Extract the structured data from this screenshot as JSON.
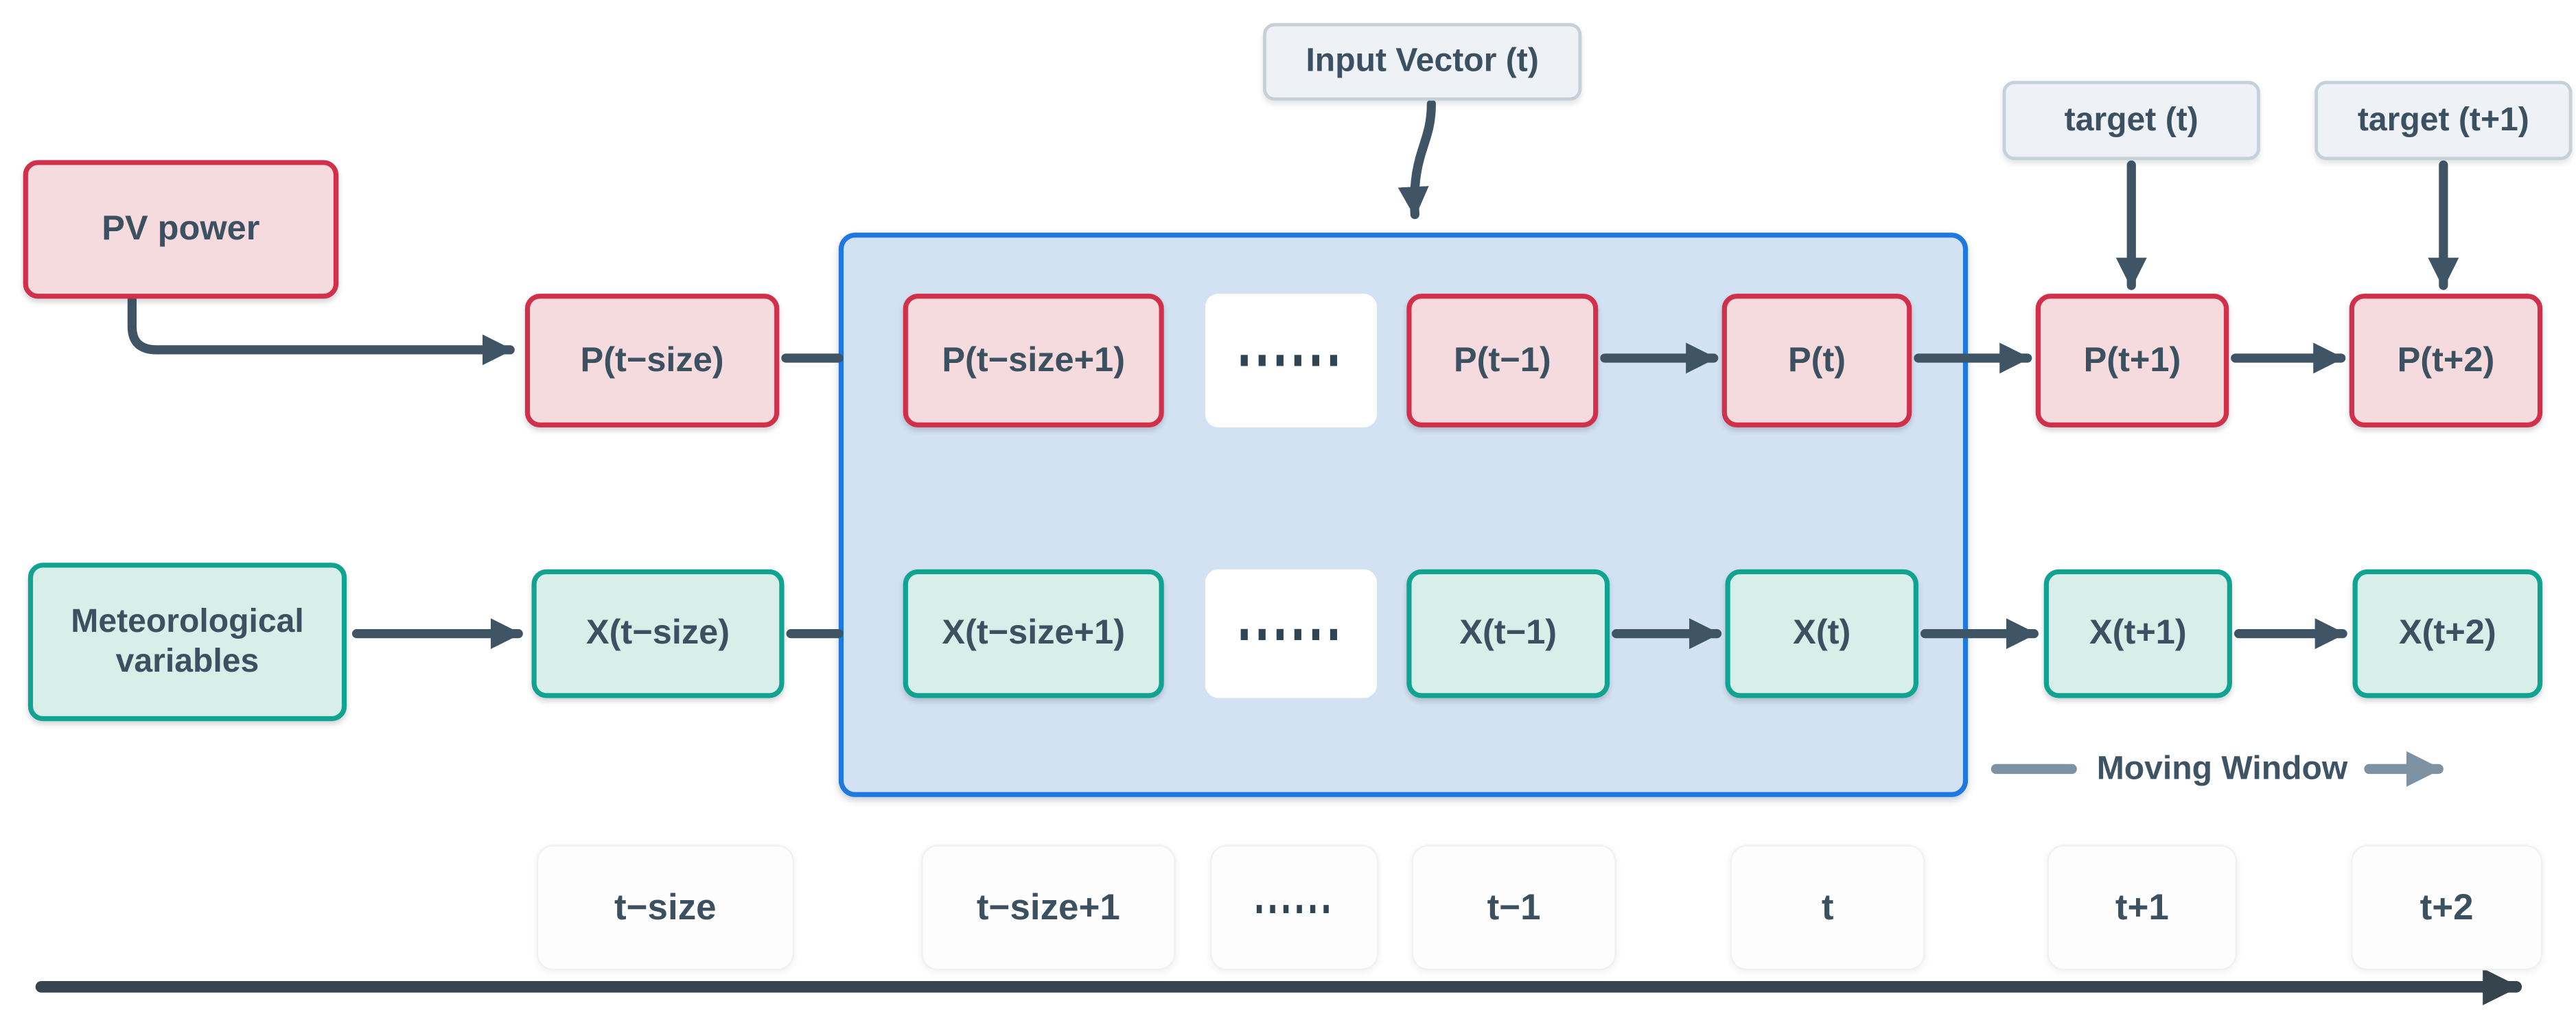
{
  "boxes": {
    "pv_power": "PV power",
    "meteorological": "Meteorological variables",
    "input_vector": "Input Vector (t)",
    "target_t": "target (t)",
    "target_t_plus_1": "target (t+1)",
    "moving_window": "Moving Window"
  },
  "p_row": [
    "P(t−size)",
    "P(t−size+1)",
    "......",
    "P(t−1)",
    "P(t)",
    "P(t+1)",
    "P(t+2)"
  ],
  "x_row": [
    "X(t−size)",
    "X(t−size+1)",
    "......",
    "X(t−1)",
    "X(t)",
    "X(t+1)",
    "X(t+2)"
  ],
  "timeline": [
    "t−size",
    "t−size+1",
    "......",
    "t−1",
    "t",
    "t+1",
    "t+2"
  ],
  "colors": {
    "pv_fill": "#f5dade",
    "pv_border": "#d0304a",
    "met_fill": "#d8efe9",
    "met_border": "#11a392",
    "window_fill": "#d3e2f3",
    "window_border": "#1e78e0",
    "label_box_fill": "#eef2f6",
    "label_box_border": "#c6d0d9",
    "arrow_dark": "#3f5465",
    "arrow_muted": "#7d92a2",
    "text": "#3b5060"
  }
}
